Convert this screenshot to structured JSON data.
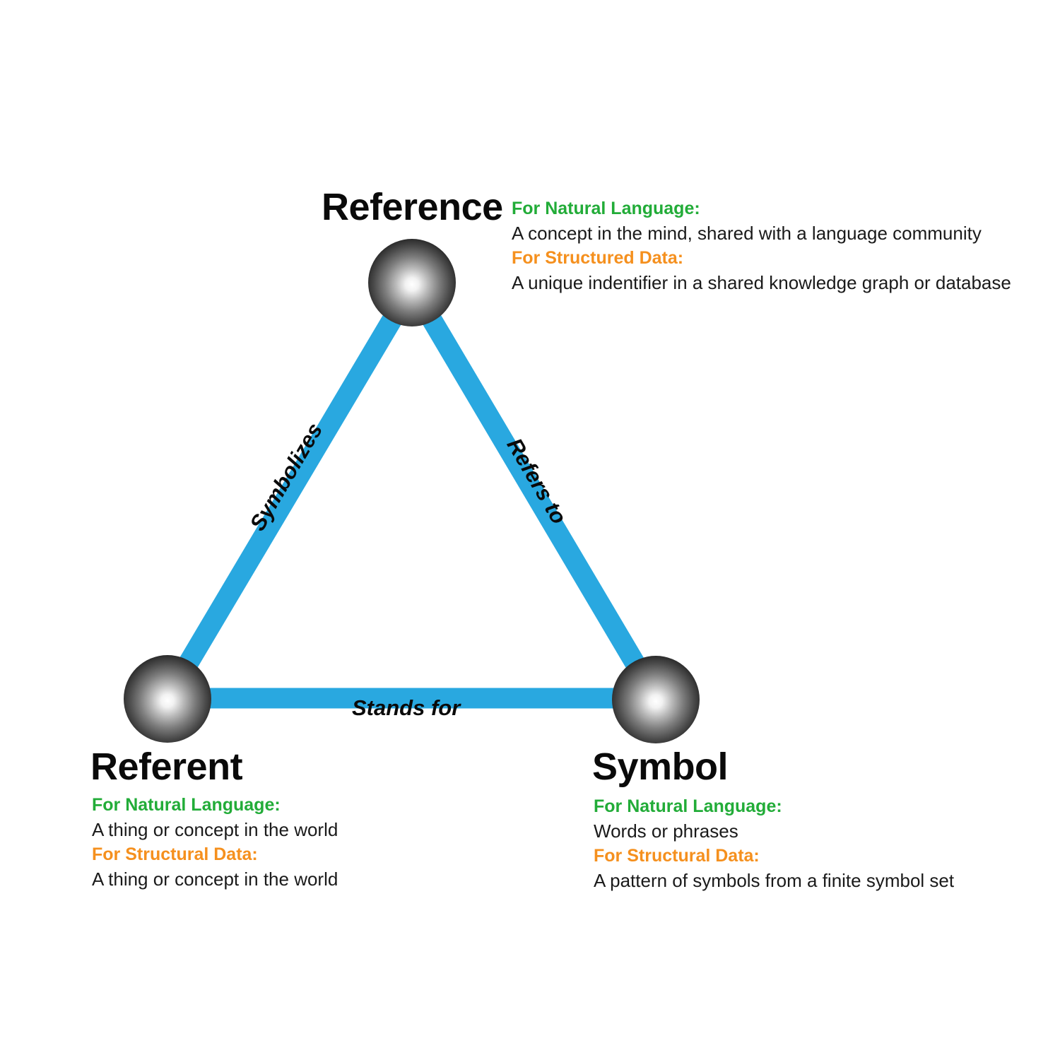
{
  "diagram": {
    "type": "semiotic-triangle",
    "background_color": "#ffffff",
    "edge_color": "#29a8e0",
    "node_color_dark": "#101010",
    "node_color_highlight": "#ffffff",
    "accent_green": "#22ac38",
    "accent_orange": "#f5901e"
  },
  "nodes": {
    "reference": {
      "title": "Reference",
      "natural_language_label": "For Natural Language:",
      "natural_language_text": "A concept in the mind, shared with a language community",
      "structured_data_label": "For Structured Data:",
      "structured_data_text": "A unique indentifier in a shared knowledge graph or database"
    },
    "referent": {
      "title": "Referent",
      "natural_language_label": "For Natural Language:",
      "natural_language_text": "A thing or concept in the world",
      "structured_data_label": "For Structural Data:",
      "structured_data_text": "A thing or concept in the world"
    },
    "symbol": {
      "title": "Symbol",
      "natural_language_label": "For Natural Language:",
      "natural_language_text": "Words or phrases",
      "structured_data_label": "For Structural Data:",
      "structured_data_text": "A pattern of symbols from a finite symbol set"
    }
  },
  "edges": {
    "left": "Symbolizes",
    "right": "Refers to",
    "bottom": "Stands for"
  }
}
